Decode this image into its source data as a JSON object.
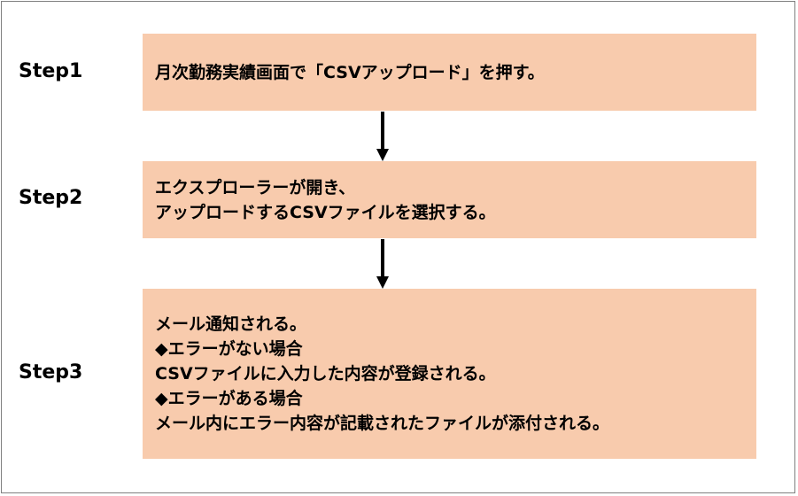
{
  "steps": [
    {
      "label": "Step1",
      "lines": [
        "月次勤務実績画面で「CSVアップロード」を押す。"
      ]
    },
    {
      "label": "Step2",
      "lines": [
        "エクスプローラーが開き、",
        "アップロードするCSVファイルを選択する。"
      ]
    },
    {
      "label": "Step3",
      "lines": [
        "メール通知される。",
        "◆エラーがない場合",
        "CSVファイルに入力した内容が登録される。",
        "◆エラーがある場合",
        "メール内にエラー内容が記載されたファイルが添付される。"
      ]
    }
  ],
  "colors": {
    "box_fill": "#f8cbad",
    "frame_border": "#7f7f7f",
    "arrow": "#000000"
  }
}
